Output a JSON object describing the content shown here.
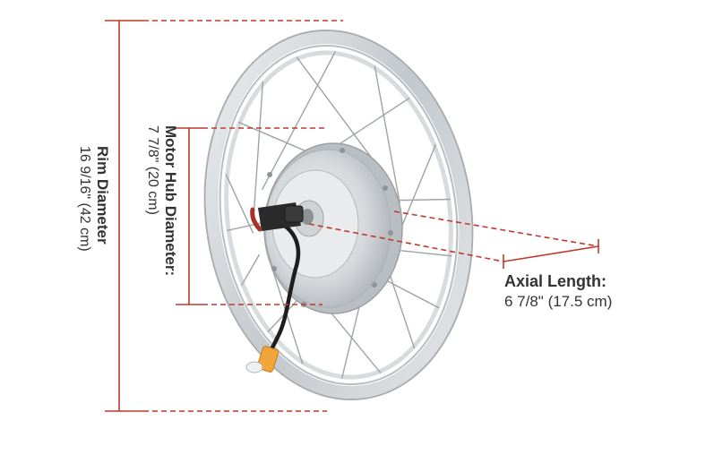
{
  "rim": {
    "title": "Rim Diameter",
    "value": "16 9/16\" (42 cm)"
  },
  "hub": {
    "title": "Motor Hub Diameter:",
    "value": "7 7/8\" (20 cm)"
  },
  "axial": {
    "title": "Axial Length:",
    "value": "6 7/8\" (17.5 cm)"
  },
  "colors": {
    "dimension_line": "#c0392b",
    "text": "#333333",
    "rim": "#c9cdd1",
    "hub": "#d8dbde"
  },
  "icons": [
    "wheel-image",
    "motor-hub-image",
    "cable-image"
  ]
}
